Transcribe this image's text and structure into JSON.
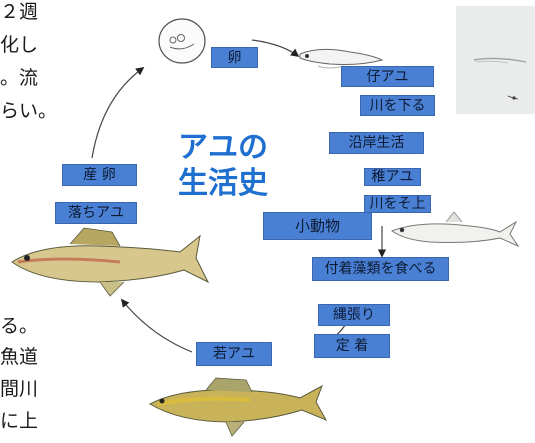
{
  "colors": {
    "label_bg": "#4a80d4",
    "title": "#1e6fd0",
    "label_text": "#0c1a33"
  },
  "background_text": {
    "line1": "２週",
    "line2": "化し",
    "line3": "。流",
    "line4": "らい。",
    "line5": "る。",
    "line6": "魚道",
    "line7": "間川",
    "line8": "に上"
  },
  "title": {
    "line1": "アユの",
    "line2": "生活史"
  },
  "labels": {
    "egg": "卵",
    "larva": "仔アユ",
    "down_river": "川を下る",
    "coastal": "沿岸生活",
    "juvenile": "稚アユ",
    "up_river": "川をそ上",
    "small_animals": "小動物",
    "algae": "付着藻類を食べる",
    "territory": "縄張り",
    "settle": "定 着",
    "young": "若アユ",
    "spawn": "産 卵",
    "falling": "落ちアユ"
  },
  "icons": [
    "egg-drawing",
    "larva-drawing",
    "juvenile-fish-drawing",
    "adult-fish-drawing",
    "young-fish-drawing",
    "photo-thumbnail"
  ]
}
